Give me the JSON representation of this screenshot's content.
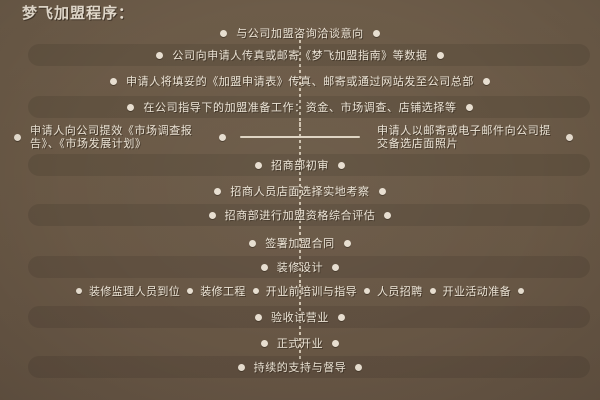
{
  "title": "梦飞加盟程序：",
  "theme": {
    "background": "#6a5946",
    "bar_overlay": "rgba(0,0,0,0.085)",
    "text": "#ece4d6",
    "dot": "#e7ded0",
    "connector": "#cfc3b0"
  },
  "steps": [
    {
      "label": "与公司加盟咨询洽谈意向",
      "banded": false
    },
    {
      "label": "公司向申请人传真或邮寄《梦飞加盟指南》等数据",
      "banded": true
    },
    {
      "label": "申请人将填妥的《加盟申请表》传真、邮寄或通过网站发至公司总部",
      "banded": false
    },
    {
      "label": "在公司指导下的加盟准备工作：资金、市场调查、店铺选择等",
      "banded": true
    }
  ],
  "split_step": {
    "left_label": "申请人向公司提效《市场调查报告》、《市场发展计划》",
    "right_label": "申请人以邮寄或电子邮件向公司提交备选店面照片"
  },
  "steps_mid": [
    {
      "label": "招商部初审",
      "banded": true
    },
    {
      "label": "招商人员店面选择实地考察",
      "banded": false
    },
    {
      "label": "招商部进行加盟资格综合评估",
      "banded": true
    },
    {
      "label": "签署加盟合同",
      "banded": false
    },
    {
      "label": "装修设计",
      "banded": true
    }
  ],
  "parallel_step": {
    "banded": false,
    "items": [
      "装修监理人员到位",
      "装修工程",
      "开业前培训与指导",
      "人员招聘",
      "开业活动准备"
    ]
  },
  "steps_end": [
    {
      "label": "验收试营业",
      "banded": true
    },
    {
      "label": "正式开业",
      "banded": false
    },
    {
      "label": "持续的支持与督导",
      "banded": true
    }
  ]
}
